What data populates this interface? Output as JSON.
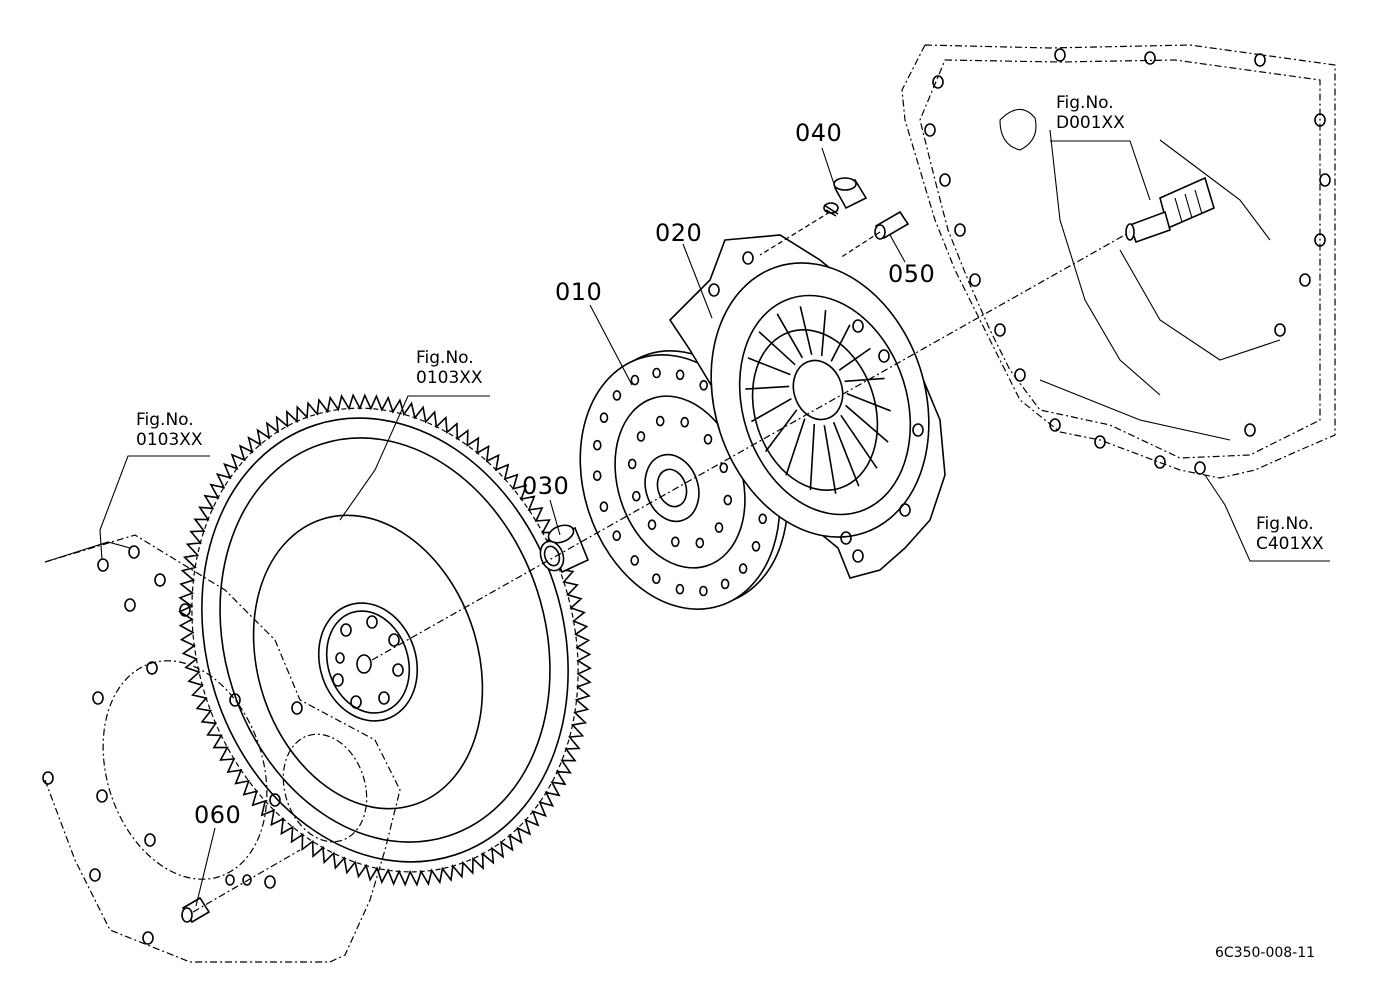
{
  "parts": [
    {
      "number": "010"
    },
    {
      "number": "020"
    },
    {
      "number": "030"
    },
    {
      "number": "040"
    },
    {
      "number": "050"
    },
    {
      "number": "060"
    }
  ],
  "figure_refs": [
    {
      "label": "Fig.No.",
      "code": "0103XX"
    },
    {
      "label": "Fig.No.",
      "code": "0103XX"
    },
    {
      "label": "Fig.No.",
      "code": "D001XX"
    },
    {
      "label": "Fig.No.",
      "code": "C401XX"
    }
  ],
  "drawing_code": "6C350-008-11"
}
